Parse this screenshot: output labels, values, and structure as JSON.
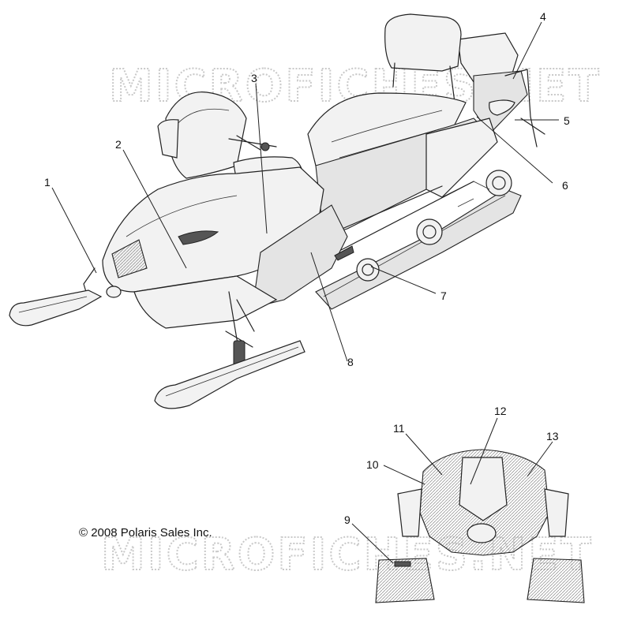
{
  "watermark": "MICROFICHES.NET",
  "copyright": "© 2008 Polaris Sales Inc.",
  "callouts": [
    "1",
    "2",
    "3",
    "4",
    "5",
    "6",
    "7",
    "8",
    "9",
    "10",
    "11",
    "12",
    "13"
  ]
}
